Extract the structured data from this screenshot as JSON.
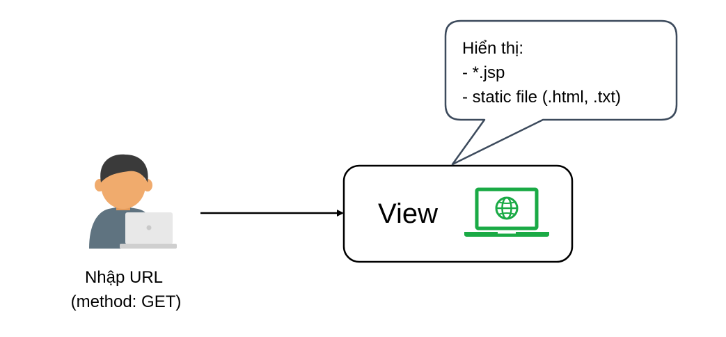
{
  "user": {
    "caption_line1": "Nhập URL",
    "caption_line2": "(method: GET)"
  },
  "view_box": {
    "label": "View"
  },
  "callout": {
    "line1": "Hiển thị:",
    "line2": "- *.jsp",
    "line3": "- static file (.html, .txt)"
  },
  "icons": {
    "user": "user-with-laptop-icon",
    "monitor": "globe-laptop-icon"
  },
  "colors": {
    "accent_green": "#1aaa45",
    "box_border": "#000000",
    "callout_border": "#3c4a5c",
    "skin": "#f0ab6d",
    "hair": "#3a3a3a",
    "shirt": "#5f7380",
    "laptop": "#e8e8e8"
  }
}
